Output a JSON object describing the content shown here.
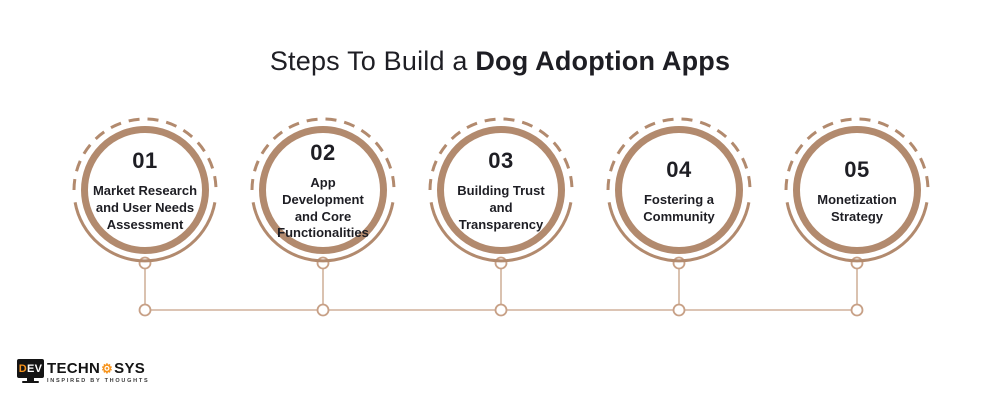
{
  "title": {
    "regular": "Steps To Build a ",
    "bold": "Dog Adoption Apps"
  },
  "steps": [
    {
      "number": "01",
      "label": "Market Research and User Needs Assessment"
    },
    {
      "number": "02",
      "label": "App Development and Core Functionalities"
    },
    {
      "number": "03",
      "label": "Building Trust and Transparency"
    },
    {
      "number": "04",
      "label": "Fostering a Community"
    },
    {
      "number": "05",
      "label": "Monetization Strategy"
    }
  ],
  "logo": {
    "screen_text_first": "D",
    "screen_text_rest": "EV",
    "brand_part1": "TECHN",
    "gear_icon": "⚙",
    "brand_part2": "SYS",
    "tagline": "INSPIRED BY THOUGHTS"
  },
  "colors": {
    "ring": "#b28a6e",
    "connector_line": "#c7a086",
    "text": "#1e1e24",
    "accent_orange": "#f7941d",
    "logo_dark": "#141414",
    "background": "#ffffff"
  }
}
